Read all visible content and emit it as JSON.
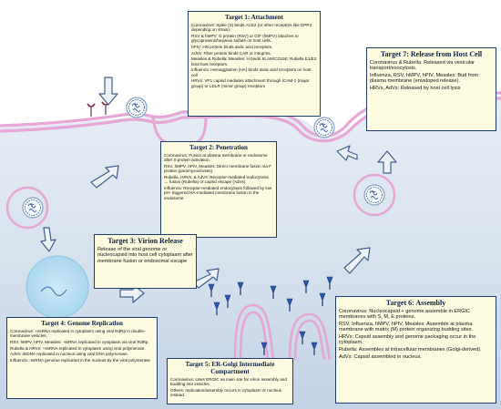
{
  "boxes": {
    "attachment": {
      "title": "Target 1: Attachment",
      "lines": [
        "Coronavirus: Spike (S) binds ACE2 (or other receptors  like DPP4 depending on strain).",
        "RSV & hMPV: G protein (RSV) or G/F (hMPV) attaches to glycoproteins/heparan  sulfate on host cells.",
        "hPIV: HN protein binds sialic acid receptors.",
        "AdVs: Fiber protein binds CAR or integrins.",
        "Measles & Rubella: Measles: H binds SLAM/CD150;  Rubella E1/E2 bind host receptors.",
        "Influenza: Hemagglutinin (HA) binds sialic acid receptors on host cell",
        "HRVs: VP1 capsid mediates attachment through ICAM-1 (major group) or LDLR (minor group) receptors"
      ]
    },
    "release": {
      "title": "Target 7: Release from Host Cell",
      "lines": [
        "Coronavirus & Rubella: Released via vesicular transport/exocytosis.",
        "Influenza, RSV, hMPV, hPIV, Measles: Bud from plasma membrane (enveloped release).",
        "HRVs, AdVs: Released by host cell lysis"
      ]
    },
    "penetration": {
      "title": "Target 2: Penetration",
      "lines": [
        "Coronavirus: Fusion at plasma membrane or endosome after S protein activation.",
        "RSV, hMPV, hPIV, Measles: Direct  membrane fusion via F protein (paramyxoviruses).",
        "Rubella, HRVs, & AdVs: Receptor-mediated endocytosis → fusion (Rubella) or capsid escape (AdVs).",
        "Influenza:  Receptor-mediated endocytosis followed by low pH- triggered HA-mediated membrane fusion in the endosome"
      ]
    },
    "uncoating": {
      "title": "Target 3: Virion Release",
      "lines": [
        "Release of the viral genome or nucleocapsid into host cell cytoplasm after membrane fusion or endosomal escape"
      ]
    },
    "replication": {
      "title": "Target 4: Genome Replication",
      "lines": [
        "Coronavirus: +ssRNA replicated in cytoplasm using viral RdRp in double-membrane vesicles.",
        "RSV, hMPV, hPIV, Measles: -ssRNA replicated in cytoplasm via viral RdRp.",
        "Rubella & HRVs: +ssRNA replicated in cytoplasm using viral polymerase.",
        "AdVs: dsDNA replicated in nucleus using viral DNA polymerase.",
        "Influenza: -ssRNA genome replicated in the nucleus by the viral polymerase"
      ]
    },
    "ergic": {
      "title": "Target 5: ER-Golgi Intermediate Compartment",
      "lines": [
        "Coronavirus: Uses ERGIC as main site for virion assembly and budding into vesicles.",
        "Others: replication/assembly occurs in cytoplasm or nucleus instead."
      ]
    },
    "assembly": {
      "title": "Target 6: Assembly",
      "lines": [
        "Coronavirus: Nucleocapsid + genome assemble in ERGIC membranes with S, M, E proteins.",
        "RSV, Influenza,  hMPV, hPIV, Measles: Assemble at plasma membrane with matrix (M) protein organizing budding sites.",
        "HRVs: Capsid assembly and genome packaging occur in the cytoplasm.",
        "Rubella: Assembles at intracellular membranes (Golgi-derived).",
        "AdVs: Capsid assembled in nucleus."
      ]
    }
  }
}
